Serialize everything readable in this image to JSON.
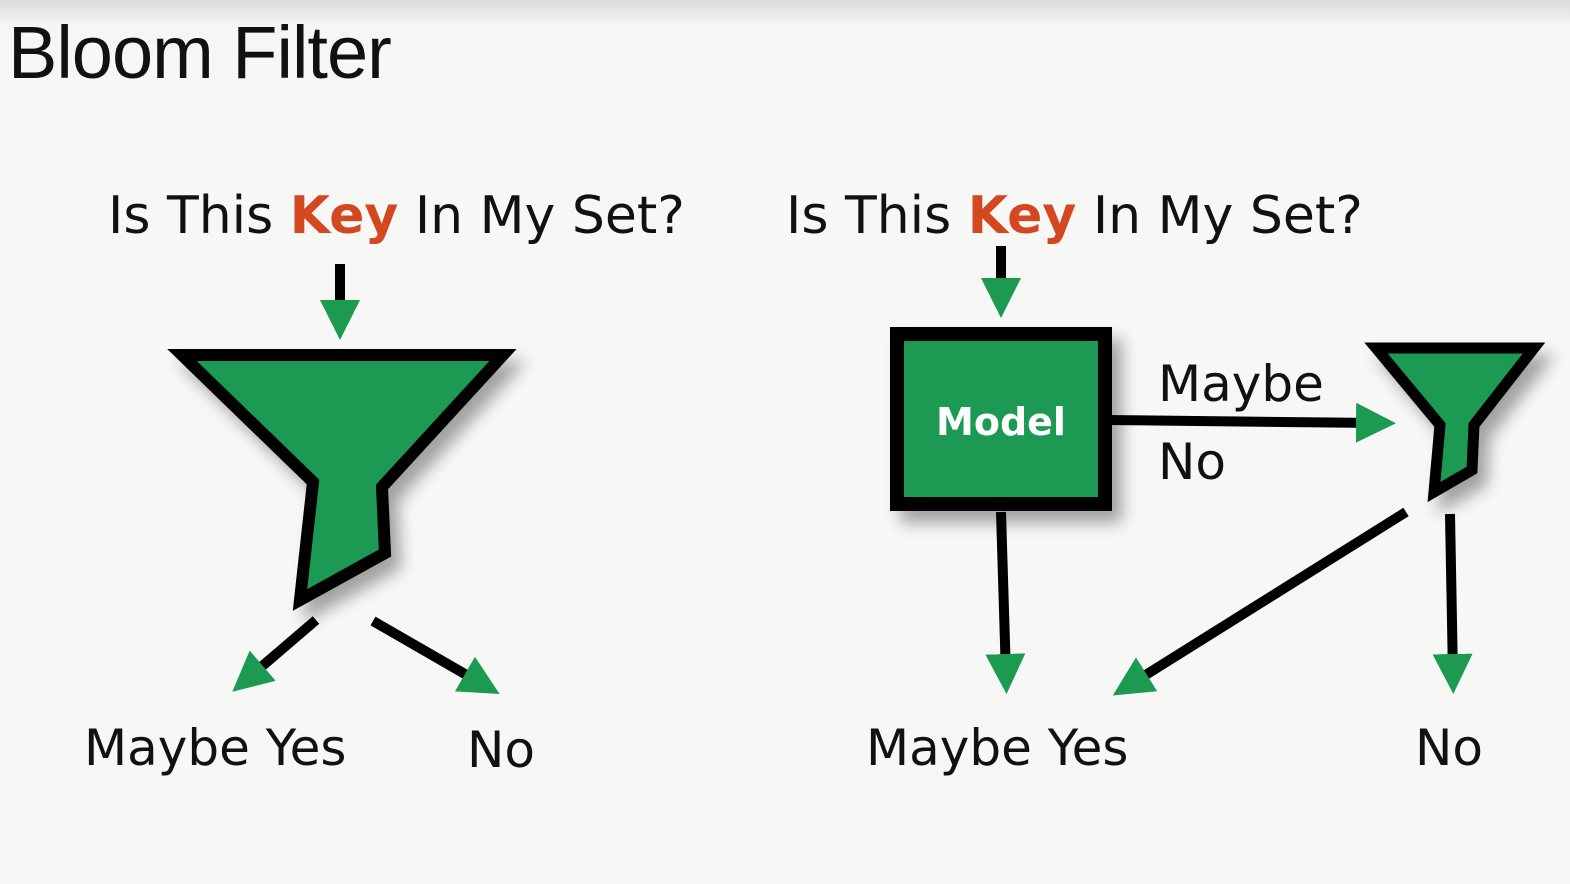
{
  "title": "Bloom Filter",
  "colors": {
    "funnel_fill": "#1d9a52",
    "outline": "#000000",
    "key_highlight": "#d4481f",
    "model_text": "#ffffff"
  },
  "left_diagram": {
    "question": {
      "before": "Is This ",
      "key": "Key",
      "after": " In My Set?"
    },
    "filter_icon": "funnel-icon",
    "outputs": {
      "maybe_yes": "Maybe Yes",
      "no": "No"
    }
  },
  "right_diagram": {
    "question": {
      "before": "Is This ",
      "key": "Key",
      "after": " In My Set?"
    },
    "model_label": "Model",
    "edge_labels": {
      "maybe": "Maybe",
      "no": "No"
    },
    "filter_icon": "funnel-icon",
    "outputs": {
      "maybe_yes": "Maybe Yes",
      "no": "No"
    }
  }
}
